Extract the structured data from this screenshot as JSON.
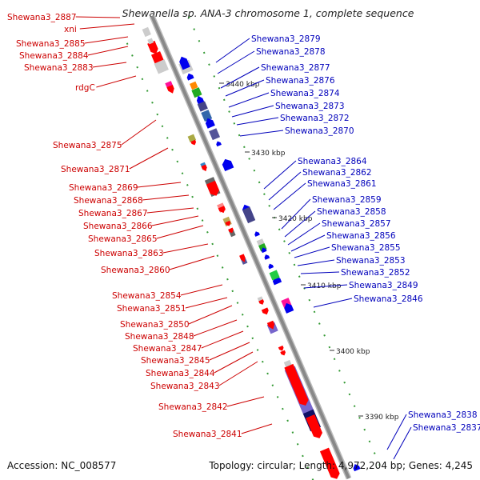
{
  "title": "Shewanella sp. ANA-3 chromosome 1, complete sequence",
  "footer": {
    "accession": "Accession: NC_008577",
    "summary": "Topology: circular; Length: 4,972,204 bp; Genes: 4,245"
  },
  "colors": {
    "left_label": "#cc0000",
    "right_label": "#0000bb",
    "forward_gene": "#ff0000",
    "reverse_gene": "#0000ee",
    "backbone": "#888888",
    "tick": "#339933"
  },
  "ruler": {
    "unit": "kbp",
    "ticks": [
      {
        "label": "3440 kbp",
        "kbp": 3440
      },
      {
        "label": "3430 kbp",
        "kbp": 3430
      },
      {
        "label": "3420 kbp",
        "kbp": 3420
      },
      {
        "label": "3410 kbp",
        "kbp": 3410
      },
      {
        "label": "3400 kbp",
        "kbp": 3400
      },
      {
        "label": "3390 kbp",
        "kbp": 3390
      }
    ]
  },
  "left_labels": [
    "Shewana3_2887",
    "xni",
    "Shewana3_2885",
    "Shewana3_2884",
    "Shewana3_2883",
    "rdgC",
    "Shewana3_2875",
    "Shewana3_2871",
    "Shewana3_2869",
    "Shewana3_2868",
    "Shewana3_2867",
    "Shewana3_2866",
    "Shewana3_2865",
    "Shewana3_2863",
    "Shewana3_2860",
    "Shewana3_2854",
    "Shewana3_2851",
    "Shewana3_2850",
    "Shewana3_2848",
    "Shewana3_2847",
    "Shewana3_2845",
    "Shewana3_2844",
    "Shewana3_2843",
    "Shewana3_2842",
    "Shewana3_2841"
  ],
  "right_labels": [
    "Shewana3_2879",
    "Shewana3_2878",
    "Shewana3_2877",
    "Shewana3_2876",
    "Shewana3_2874",
    "Shewana3_2873",
    "Shewana3_2872",
    "Shewana3_2870",
    "Shewana3_2864",
    "Shewana3_2862",
    "Shewana3_2861",
    "Shewana3_2859",
    "Shewana3_2858",
    "Shewana3_2857",
    "Shewana3_2856",
    "Shewana3_2855",
    "Shewana3_2853",
    "Shewana3_2852",
    "Shewana3_2849",
    "Shewana3_2846",
    "Shewana3_2838",
    "Shewana3_2837"
  ]
}
